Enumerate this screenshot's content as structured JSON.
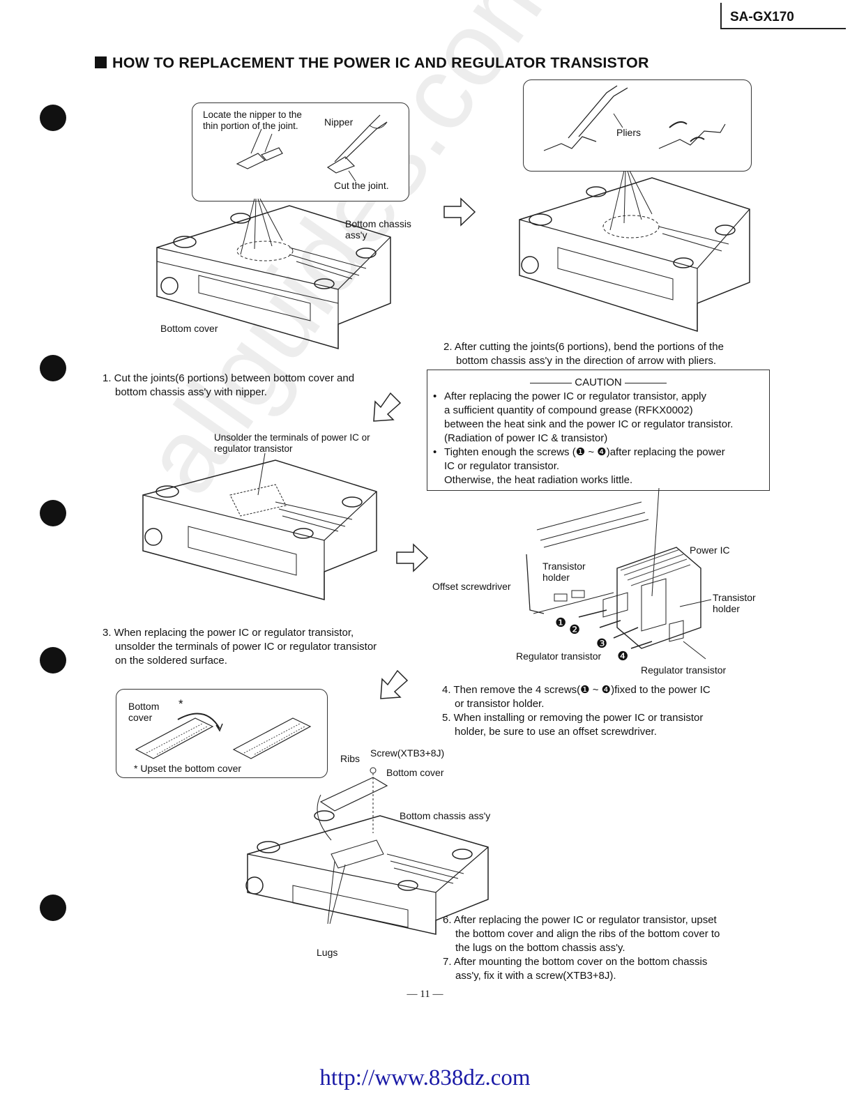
{
  "header": {
    "model": "SA-GX170"
  },
  "title": "HOW TO REPLACEMENT THE POWER IC AND REGULATOR TRANSISTOR",
  "fig1": {
    "callout_text_line1": "Locate the nipper to the",
    "callout_text_line2": "thin portion of the joint.",
    "nipper": "Nipper",
    "cut": "Cut the joint.",
    "chassis_line1": "Bottom chassis",
    "chassis_line2": "ass'y",
    "cover": "Bottom cover"
  },
  "fig2": {
    "pliers": "Pliers"
  },
  "fig3": {
    "unsolder_line1": "Unsolder the terminals of power IC or",
    "unsolder_line2": "regulator transistor"
  },
  "fig4": {
    "power_ic": "Power IC",
    "th_left_line1": "Transistor",
    "th_left_line2": "holder",
    "th_right_line1": "Transistor",
    "th_right_line2": "holder",
    "offset": "Offset screwdriver",
    "reg_left": "Regulator transistor",
    "reg_right": "Regulator transistor"
  },
  "fig5": {
    "bottom_line1": "Bottom",
    "bottom_line2": "cover",
    "star": "*",
    "upset": "* Upset the bottom cover",
    "ribs": "Ribs",
    "screw": "Screw(XTB3+8J)",
    "cover": "Bottom cover",
    "chassis": "Bottom chassis ass'y",
    "lugs": "Lugs"
  },
  "steps": {
    "s1_line1": "1. Cut the joints(6 portions) between bottom cover and",
    "s1_line2": "bottom chassis ass'y with nipper.",
    "s2_line1": "2. After cutting the joints(6 portions), bend the portions of the",
    "s2_line2": "bottom chassis ass'y in the direction of arrow with pliers.",
    "s3_line1": "3. When replacing the power IC or regulator transistor,",
    "s3_line2": "unsolder the terminals of power IC or regulator transistor",
    "s3_line3": "on the soldered surface.",
    "s4_line1": "4. Then remove the 4 screws(❶ ~ ❹)fixed to the power IC",
    "s4_line2": "or transistor holder.",
    "s5_line1": "5. When installing or removing the power IC or transistor",
    "s5_line2": "holder, be sure to use an offset screwdriver.",
    "s6_line1": "6. After replacing the power IC or regulator transistor, upset",
    "s6_line2": "the bottom cover and align the ribs of the bottom cover to",
    "s6_line3": "the lugs on the bottom chassis ass'y.",
    "s7_line1": "7. After mounting the bottom cover on the bottom chassis",
    "s7_line2": "ass'y, fix it with a screw(XTB3+8J)."
  },
  "caution": {
    "title": "CAUTION",
    "b1_line1": "After replacing the power IC or regulator transistor, apply",
    "b1_line2": "a sufficient quantity of compound grease (RFKX0002)",
    "b1_line3": "between the heat sink and the power IC or regulator transistor.",
    "b1_line4": "(Radiation of power IC & transistor)",
    "b2_line1": "Tighten enough the screws (❶ ~ ❹)after replacing the power",
    "b2_line2": "IC or regulator transistor.",
    "b2_line3": "Otherwise, the heat radiation works little."
  },
  "screw_nums": [
    "❶",
    "❷",
    "❸",
    "❹"
  ],
  "page_number": "— 11 —",
  "watermark": "allguides.com",
  "footer_url": "http://www.838dz.com"
}
